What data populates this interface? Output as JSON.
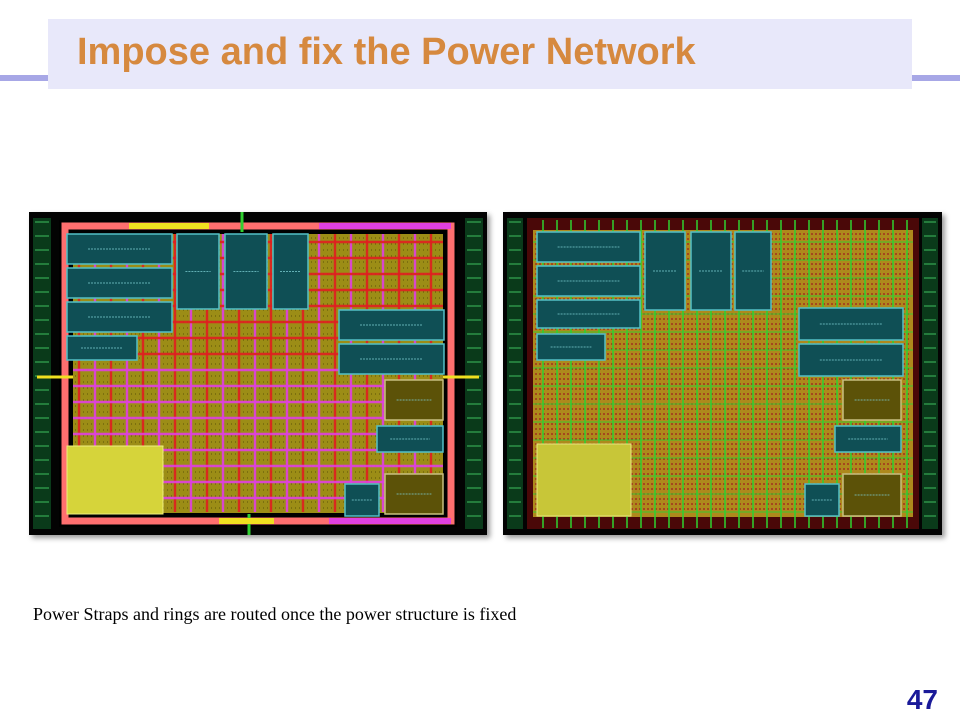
{
  "slide": {
    "title": "Impose and fix the Power Network",
    "caption": "Power Straps and rings are routed once the power structure is fixed",
    "page_number": "47"
  },
  "images": {
    "left": {
      "icon": "chip-layout-power-grid-icon"
    },
    "right": {
      "icon": "chip-layout-power-straps-icon"
    }
  },
  "colors": {
    "title": "#d6893f",
    "title_band": "#e8e8fa",
    "rule": "#a7a7e6",
    "page_number": "#1a1a99",
    "macro_fill": "#0f4f55",
    "macro_border": "#53c0c7",
    "cell_fill": "#b7a61a",
    "ring_left": "#ff6f6f",
    "strap_left_h": "#e02020",
    "strap_left_v": "#e040e0",
    "strap_right": "#30d030"
  }
}
